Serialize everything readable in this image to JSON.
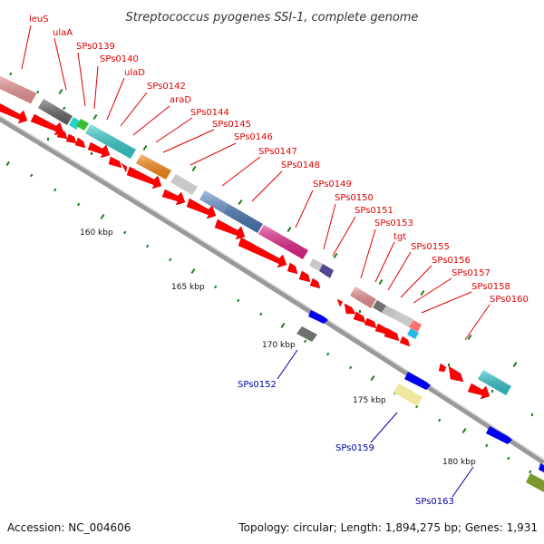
{
  "title": "Streptococcus pyogenes SSI-1, complete genome",
  "footer": {
    "accession": "Accession: NC_004606",
    "topology": "Topology: circular; Length: 1,894,275 bp; Genes: 1,931"
  },
  "scale_labels": [
    "160 kbp",
    "165 kbp",
    "170 kbp",
    "175 kbp",
    "180 kbp"
  ],
  "forward_gene_labels": [
    "leuS",
    "ulaA",
    "SPs0139",
    "SPs0140",
    "ulaD",
    "SPs0142",
    "araD",
    "SPs0144",
    "SPs0145",
    "SPs0146",
    "SPs0147",
    "SPs0148",
    "SPs0149",
    "SPs0150",
    "SPs0151",
    "SPs0153",
    "tgt",
    "SPs0155",
    "SPs0156",
    "SPs0157",
    "SPs0158",
    "SPs0160"
  ],
  "reverse_gene_labels": [
    "SPs0152",
    "SPs0159",
    "SPs0163"
  ],
  "colors": {
    "cds_red": "#ff0000",
    "backbone": "#999999",
    "tick_green": "#1a7a1a",
    "label_red": "#e00000",
    "label_blue": "#0000aa"
  }
}
